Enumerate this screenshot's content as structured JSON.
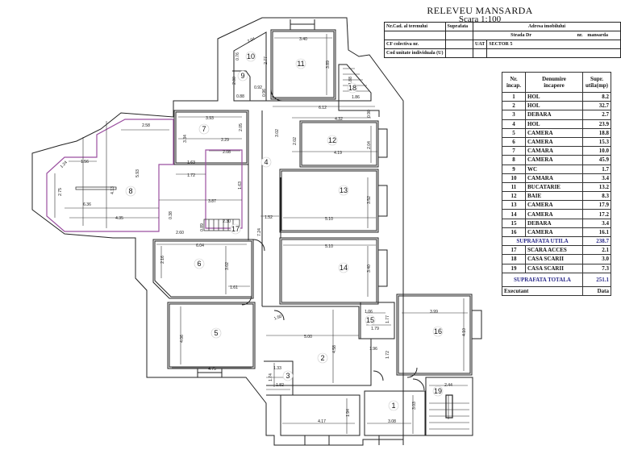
{
  "title": {
    "main": "RELEVEU MANSARDA",
    "scale": "Scara 1:100"
  },
  "info_table": {
    "nr_cad_label": "Nr.Cad. al terenului",
    "suprafata_label": "Suprafata",
    "adresa_label": "Adresa imobilului",
    "strada": "Strada Dr",
    "nr": "nr.",
    "mansarda": "mansarda",
    "cf_label": "CF colectiva nr.",
    "uat_label": "UAT",
    "sector": "SECTOR 5",
    "cod_label": "Cod unitate individuala (U)"
  },
  "schedule": {
    "headers": {
      "nr": "Nr.",
      "incap": "incap.",
      "denumire": "Denumire",
      "incapere": "incapere",
      "supr": "Supr.",
      "utila": "utila(mp)"
    },
    "rooms": [
      {
        "nr": "1",
        "name": "HOL",
        "area": "8.2"
      },
      {
        "nr": "2",
        "name": "HOL",
        "area": "32.7"
      },
      {
        "nr": "3",
        "name": "DEBARA",
        "area": "2.7"
      },
      {
        "nr": "4",
        "name": "HOL",
        "area": "23.9"
      },
      {
        "nr": "5",
        "name": "CAMERA",
        "area": "18.8"
      },
      {
        "nr": "6",
        "name": "CAMERA",
        "area": "15.3"
      },
      {
        "nr": "7",
        "name": "CAMARA",
        "area": "10.0"
      },
      {
        "nr": "8",
        "name": "CAMERA",
        "area": "45.9"
      },
      {
        "nr": "9",
        "name": "WC",
        "area": "1.7"
      },
      {
        "nr": "10",
        "name": "CAMARA",
        "area": "3.4"
      },
      {
        "nr": "11",
        "name": "BUCATARIE",
        "area": "13.2"
      },
      {
        "nr": "12",
        "name": "BAIE",
        "area": "8.3"
      },
      {
        "nr": "13",
        "name": "CAMERA",
        "area": "17.9"
      },
      {
        "nr": "14",
        "name": "CAMERA",
        "area": "17.2"
      },
      {
        "nr": "15",
        "name": "DEBARA",
        "area": "3.4"
      },
      {
        "nr": "16",
        "name": "CAMERA",
        "area": "16.1"
      }
    ],
    "suprafata_utila_label": "SUPRAFATA UTILA",
    "suprafata_utila": "238.7",
    "extra": [
      {
        "nr": "17",
        "name": "SCARA ACCES",
        "area": "2.1"
      },
      {
        "nr": "18",
        "name": "CASA SCARII",
        "area": "3.0"
      },
      {
        "nr": "19",
        "name": "CASA SCARII",
        "area": "7.3"
      }
    ],
    "suprafata_totala_label": "SUPRAFATA TOTALA",
    "suprafata_totala": "251.1",
    "executant_label": "Executant",
    "data_label": "Data"
  },
  "plan": {
    "room_labels": {
      "r1": "1",
      "r2": "2",
      "r3": "3",
      "r4": "4",
      "r5": "5",
      "r6": "6",
      "r7": "7",
      "r8": "8",
      "r9": "9",
      "r10": "10",
      "r11": "11",
      "r12": "12",
      "r13": "13",
      "r14": "14",
      "r15": "15",
      "r16": "16",
      "r17": "17",
      "r18": "18",
      "r19": "19"
    },
    "dims": {
      "d_3_40": "3.40",
      "d_3_89": "3.89",
      "d_2_04a": "2.04",
      "d_0_76": "0.76",
      "d_2_77": "2.77",
      "d_2_00": "2.00",
      "d_0_88": "0.88",
      "d_0_92": "0.92",
      "d_0_96": "0.96",
      "d_1_86": "1.86",
      "d_1_88": "1.88",
      "d_6_12": "6.12",
      "d_0_90": "0.90",
      "d_4_32": "4.32",
      "d_3_02": "3.02",
      "d_2_02": "2.02",
      "d_4_19": "4.19",
      "d_2_04b": "2.04",
      "d_3_93": "3.93",
      "d_2_05": "2.05",
      "d_3_34": "3.34",
      "d_2_29": "2.29",
      "d_2_08": "2.08",
      "d_1_63": "1.63",
      "d_1_72a": "1.72",
      "d_1_63b": "1.63",
      "d_2_58": "2.58",
      "d_1_56": "1.56",
      "d_1_24": "1.24",
      "d_5_93": "5.93",
      "d_2_75": "2.75",
      "d_4_13": "4.13",
      "d_6_36": "6.36",
      "d_3_87": "3.87",
      "d_4_35": "4.35",
      "d_0_38": "0.38",
      "d_2_60": "2.60",
      "d_0_89": "0.89",
      "d_2_30": "2.30",
      "d_1_52": "1.52",
      "d_7_24": "7.24",
      "d_5_10a": "5.10",
      "d_3_52": "3.52",
      "d_5_10b": "5.10",
      "d_3_40b": "3.40",
      "d_6_04": "6.04",
      "d_2_16": "2.16",
      "d_3_02b": "3.02",
      "d_1_61": "1.61",
      "d_1_50": "1.50",
      "d_5_00": "5.00",
      "d_4_58": "4.58",
      "d_4_06": "4.06",
      "d_4_75": "4.75",
      "d_1_33": "1.33",
      "d_1_74": "1.74",
      "d_1_82": "1.82",
      "d_1_06": "1.06",
      "d_1_77": "1.77",
      "d_1_79": "1.79",
      "d_1_96": "1.96",
      "d_1_72b": "1.72",
      "d_3_99": "3.99",
      "d_4_10": "4.10",
      "d_2_44": "2.44",
      "d_1_94": "1.94",
      "d_4_17": "4.17",
      "d_3_08": "3.08",
      "d_3_03": "3.03"
    }
  },
  "colors": {
    "wall": "#222222",
    "room8_outline": "#9b4fa0",
    "blue_text": "#2a2a8a"
  }
}
